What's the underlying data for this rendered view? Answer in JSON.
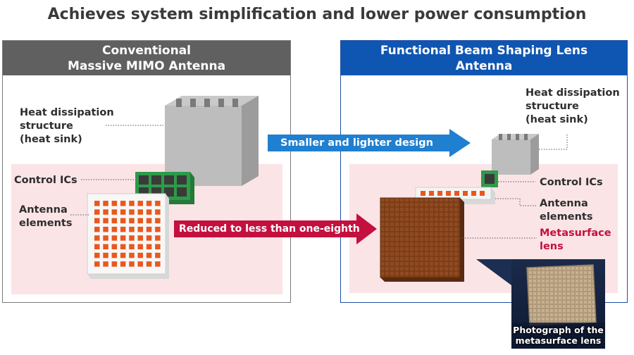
{
  "title": "Achieves system simplification and lower power consumption",
  "left": {
    "header_line1": "Conventional",
    "header_line2": "Massive MIMO Antenna",
    "heat_line1": "Heat dissipation",
    "heat_line2": "structure",
    "heat_line3": "(heat sink)",
    "control": "Control ICs",
    "antenna_line1": "Antenna",
    "antenna_line2": "elements"
  },
  "right": {
    "header_line1": "Functional Beam Shaping Lens",
    "header_line2": "Antenna",
    "heat_line1": "Heat dissipation",
    "heat_line2": "structure",
    "heat_line3": "(heat sink)",
    "control": "Control ICs",
    "antenna_line1": "Antenna",
    "antenna_line2": "elements",
    "lens_line1": "Metasurface",
    "lens_line2": "lens",
    "photo_line1": "Photograph of the",
    "photo_line2": "metasurface lens"
  },
  "arrows": {
    "blue": "Smaller and lighter design",
    "red": "Reduced to less than one-eighth"
  },
  "colors": {
    "left_header": "#606060",
    "right_header": "#0f56b3",
    "pink_area": "#fbe4e6",
    "blue_arrow": "#1f7fd0",
    "red_arrow": "#c3103f",
    "antenna_element": "#e8581e",
    "chip_board": "#2e9a4a",
    "lens": "#7a3a17"
  }
}
